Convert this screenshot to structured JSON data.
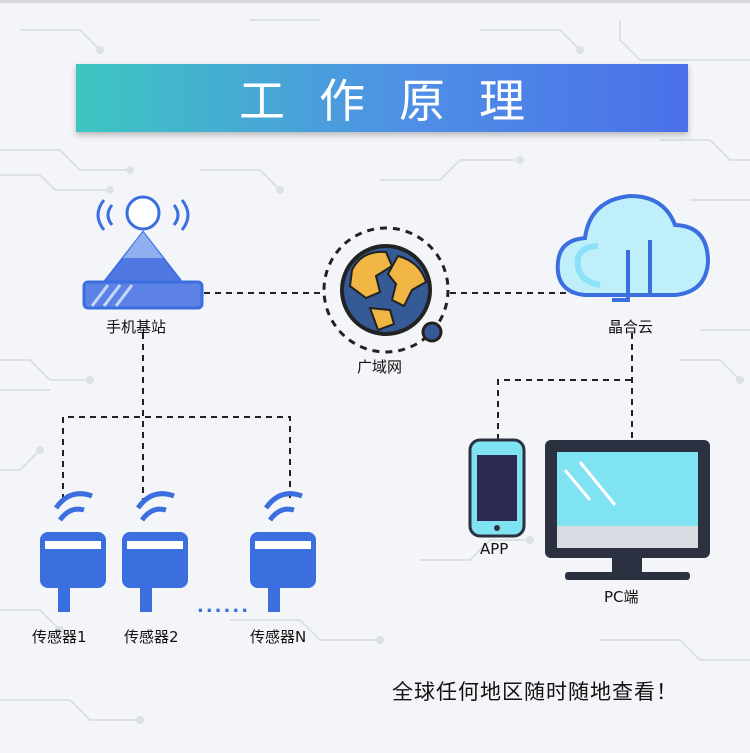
{
  "header": {
    "title": "工作原理"
  },
  "nodes": {
    "base_station": "手机基站",
    "wan": "广域网",
    "cloud": "晶合云",
    "app": "APP",
    "pc": "PC端",
    "sensors": [
      "传感器1",
      "传感器2",
      "传感器N"
    ]
  },
  "ellipsis": "......",
  "footer": {
    "tagline": "全球任何地区随时随地查看！"
  },
  "colors": {
    "accent_blue": "#3b6fe0",
    "teal": "#3dc6c1",
    "cloud_light": "#8de1f7",
    "screen": "#7fe3f2",
    "dark": "#2b3140"
  }
}
